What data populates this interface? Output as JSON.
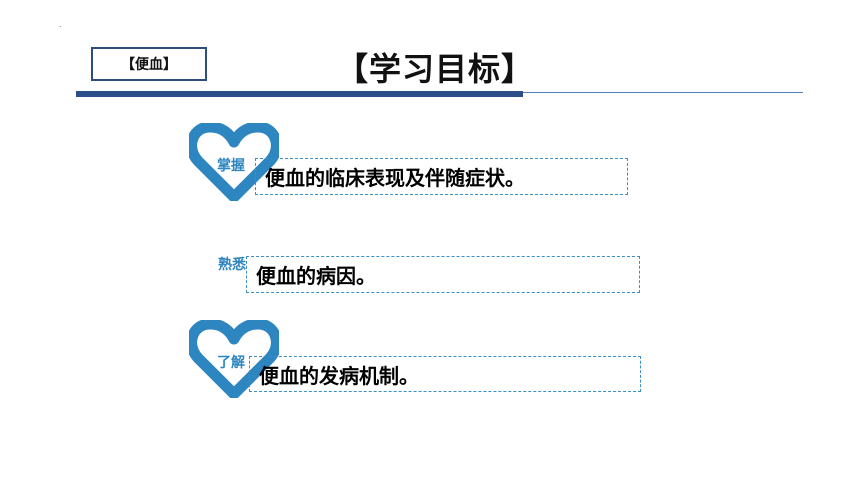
{
  "header": {
    "topic_tag": "【便血】",
    "title": "【学习目标】"
  },
  "colors": {
    "accent_blue": "#2e86c1",
    "rule_blue": "#2c4f8c",
    "dash_border": "#3a8fc6"
  },
  "objectives": [
    {
      "level": "掌握",
      "text": "便血的临床表现及伴随症状。",
      "icon": "heart-icon"
    },
    {
      "level": "熟悉",
      "text": "便血的病因。"
    },
    {
      "level": "了解",
      "text": "便血的发病机制。",
      "icon": "heart-icon"
    }
  ]
}
